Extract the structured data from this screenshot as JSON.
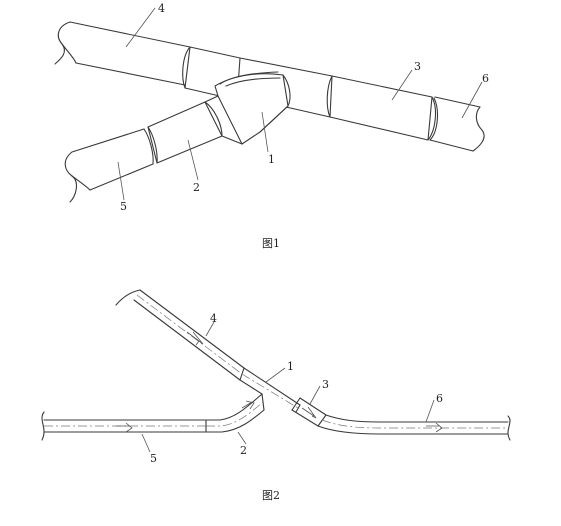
{
  "figure1": {
    "caption": "图1",
    "labels": {
      "l1": "1",
      "l2": "2",
      "l3": "3",
      "l4": "4",
      "l5": "5",
      "l6": "6"
    }
  },
  "figure2": {
    "caption": "图2",
    "labels": {
      "l1": "1",
      "l2": "2",
      "l3": "3",
      "l4": "4",
      "l5": "5",
      "l6": "6"
    }
  }
}
